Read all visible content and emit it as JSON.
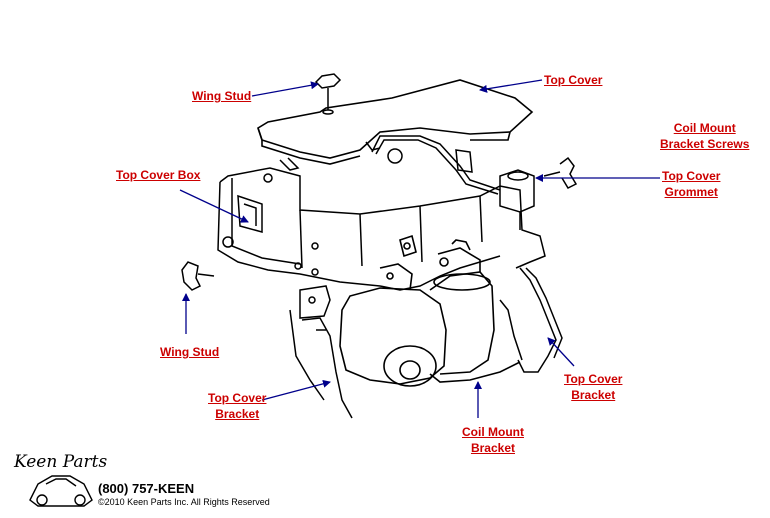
{
  "labels": {
    "wing_stud_top": "Wing Stud",
    "top_cover": "Top Cover",
    "coil_mount_screws_1": "Coil Mount",
    "coil_mount_screws_2": "Bracket Screws",
    "top_cover_box": "Top Cover Box",
    "top_cover_grommet_1": "Top Cover",
    "top_cover_grommet_2": "Grommet",
    "wing_stud_left": "Wing Stud",
    "top_cover_bracket_left_1": "Top Cover",
    "top_cover_bracket_left_2": "Bracket",
    "top_cover_bracket_right_1": "Top Cover",
    "top_cover_bracket_right_2": "Bracket",
    "coil_mount_bracket_1": "Coil Mount",
    "coil_mount_bracket_2": "Bracket"
  },
  "footer": {
    "logo": "Keen Parts",
    "phone": "(800) 757-KEEN",
    "copyright": "©2010 Keen Parts Inc. All Rights Reserved"
  },
  "colors": {
    "label": "#cc0000",
    "arrow": "#00008b",
    "line": "#000000"
  }
}
